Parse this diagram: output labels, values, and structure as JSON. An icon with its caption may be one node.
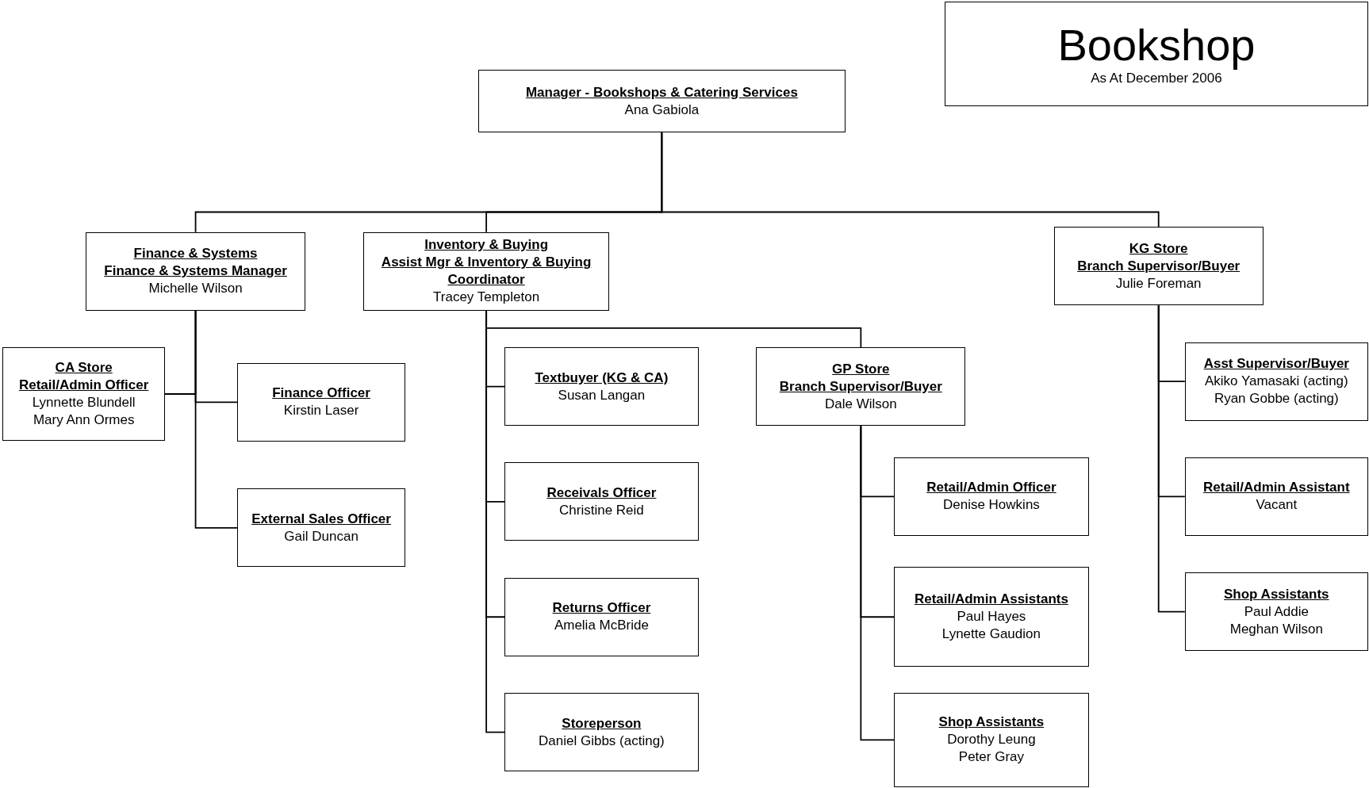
{
  "diagram": {
    "nodes": [
      {
        "text": [
          "Bookshop",
          "As At December 2006"
        ]
      },
      {
        "text": [
          "Manager - Bookshops & Catering Services",
          "Ana Gabiola"
        ]
      },
      {
        "text": [
          "Finance & Systems",
          "Finance & Systems Manager",
          "Michelle Wilson"
        ]
      },
      {
        "text": [
          "Inventory & Buying",
          "Assist Mgr & Inventory & Buying Coordinator",
          "Tracey Templeton"
        ]
      },
      {
        "text": [
          "KG Store",
          "Branch Supervisor/Buyer",
          "Julie Foreman"
        ]
      },
      {
        "text": [
          "CA Store",
          "Retail/Admin Officer",
          "Lynnette Blundell",
          "Mary Ann Ormes"
        ]
      },
      {
        "text": [
          "Finance Officer",
          "Kirstin Laser"
        ]
      },
      {
        "text": [
          "External Sales Officer",
          "Gail Duncan"
        ]
      },
      {
        "text": [
          "Textbuyer (KG & CA)",
          "Susan Langan"
        ]
      },
      {
        "text": [
          "Receivals Officer",
          "Christine Reid"
        ]
      },
      {
        "text": [
          "Returns Officer",
          "Amelia McBride"
        ]
      },
      {
        "text": [
          "Storeperson",
          "Daniel Gibbs (acting)"
        ]
      },
      {
        "text": [
          "GP Store",
          "Branch Supervisor/Buyer",
          "Dale Wilson"
        ]
      },
      {
        "text": [
          "Retail/Admin Officer",
          "Denise Howkins"
        ]
      },
      {
        "text": [
          "Retail/Admin Assistants",
          "Paul Hayes",
          "Lynette Gaudion"
        ]
      },
      {
        "text": [
          "Shop Assistants",
          "Dorothy Leung",
          "Peter Gray"
        ]
      },
      {
        "text": [
          "Asst Supervisor/Buyer",
          "Akiko Yamasaki (acting)",
          "Ryan Gobbe (acting)"
        ]
      },
      {
        "text": [
          "Retail/Admin Assistant",
          "Vacant"
        ]
      },
      {
        "text": [
          "Shop Assistants",
          "Paul Addie",
          "Meghan Wilson"
        ]
      }
    ],
    "edges": [
      {
        "from": 1,
        "to": 2,
        "arrow": "none"
      },
      {
        "from": 1,
        "to": 3,
        "arrow": "none"
      },
      {
        "from": 1,
        "to": 4,
        "arrow": "none"
      },
      {
        "from": 2,
        "to": 5,
        "arrow": "none"
      },
      {
        "from": 2,
        "to": 6,
        "arrow": "none"
      },
      {
        "from": 2,
        "to": 7,
        "arrow": "none"
      },
      {
        "from": 3,
        "to": 8,
        "arrow": "none"
      },
      {
        "from": 3,
        "to": 9,
        "arrow": "none"
      },
      {
        "from": 3,
        "to": 10,
        "arrow": "none"
      },
      {
        "from": 3,
        "to": 11,
        "arrow": "none"
      },
      {
        "from": 3,
        "to": 12,
        "arrow": "none"
      },
      {
        "from": 12,
        "to": 13,
        "arrow": "none"
      },
      {
        "from": 12,
        "to": 14,
        "arrow": "none"
      },
      {
        "from": 12,
        "to": 15,
        "arrow": "none"
      },
      {
        "from": 4,
        "to": 16,
        "arrow": "none"
      },
      {
        "from": 4,
        "to": 17,
        "arrow": "none"
      },
      {
        "from": 4,
        "to": 18,
        "arrow": "none"
      }
    ]
  }
}
